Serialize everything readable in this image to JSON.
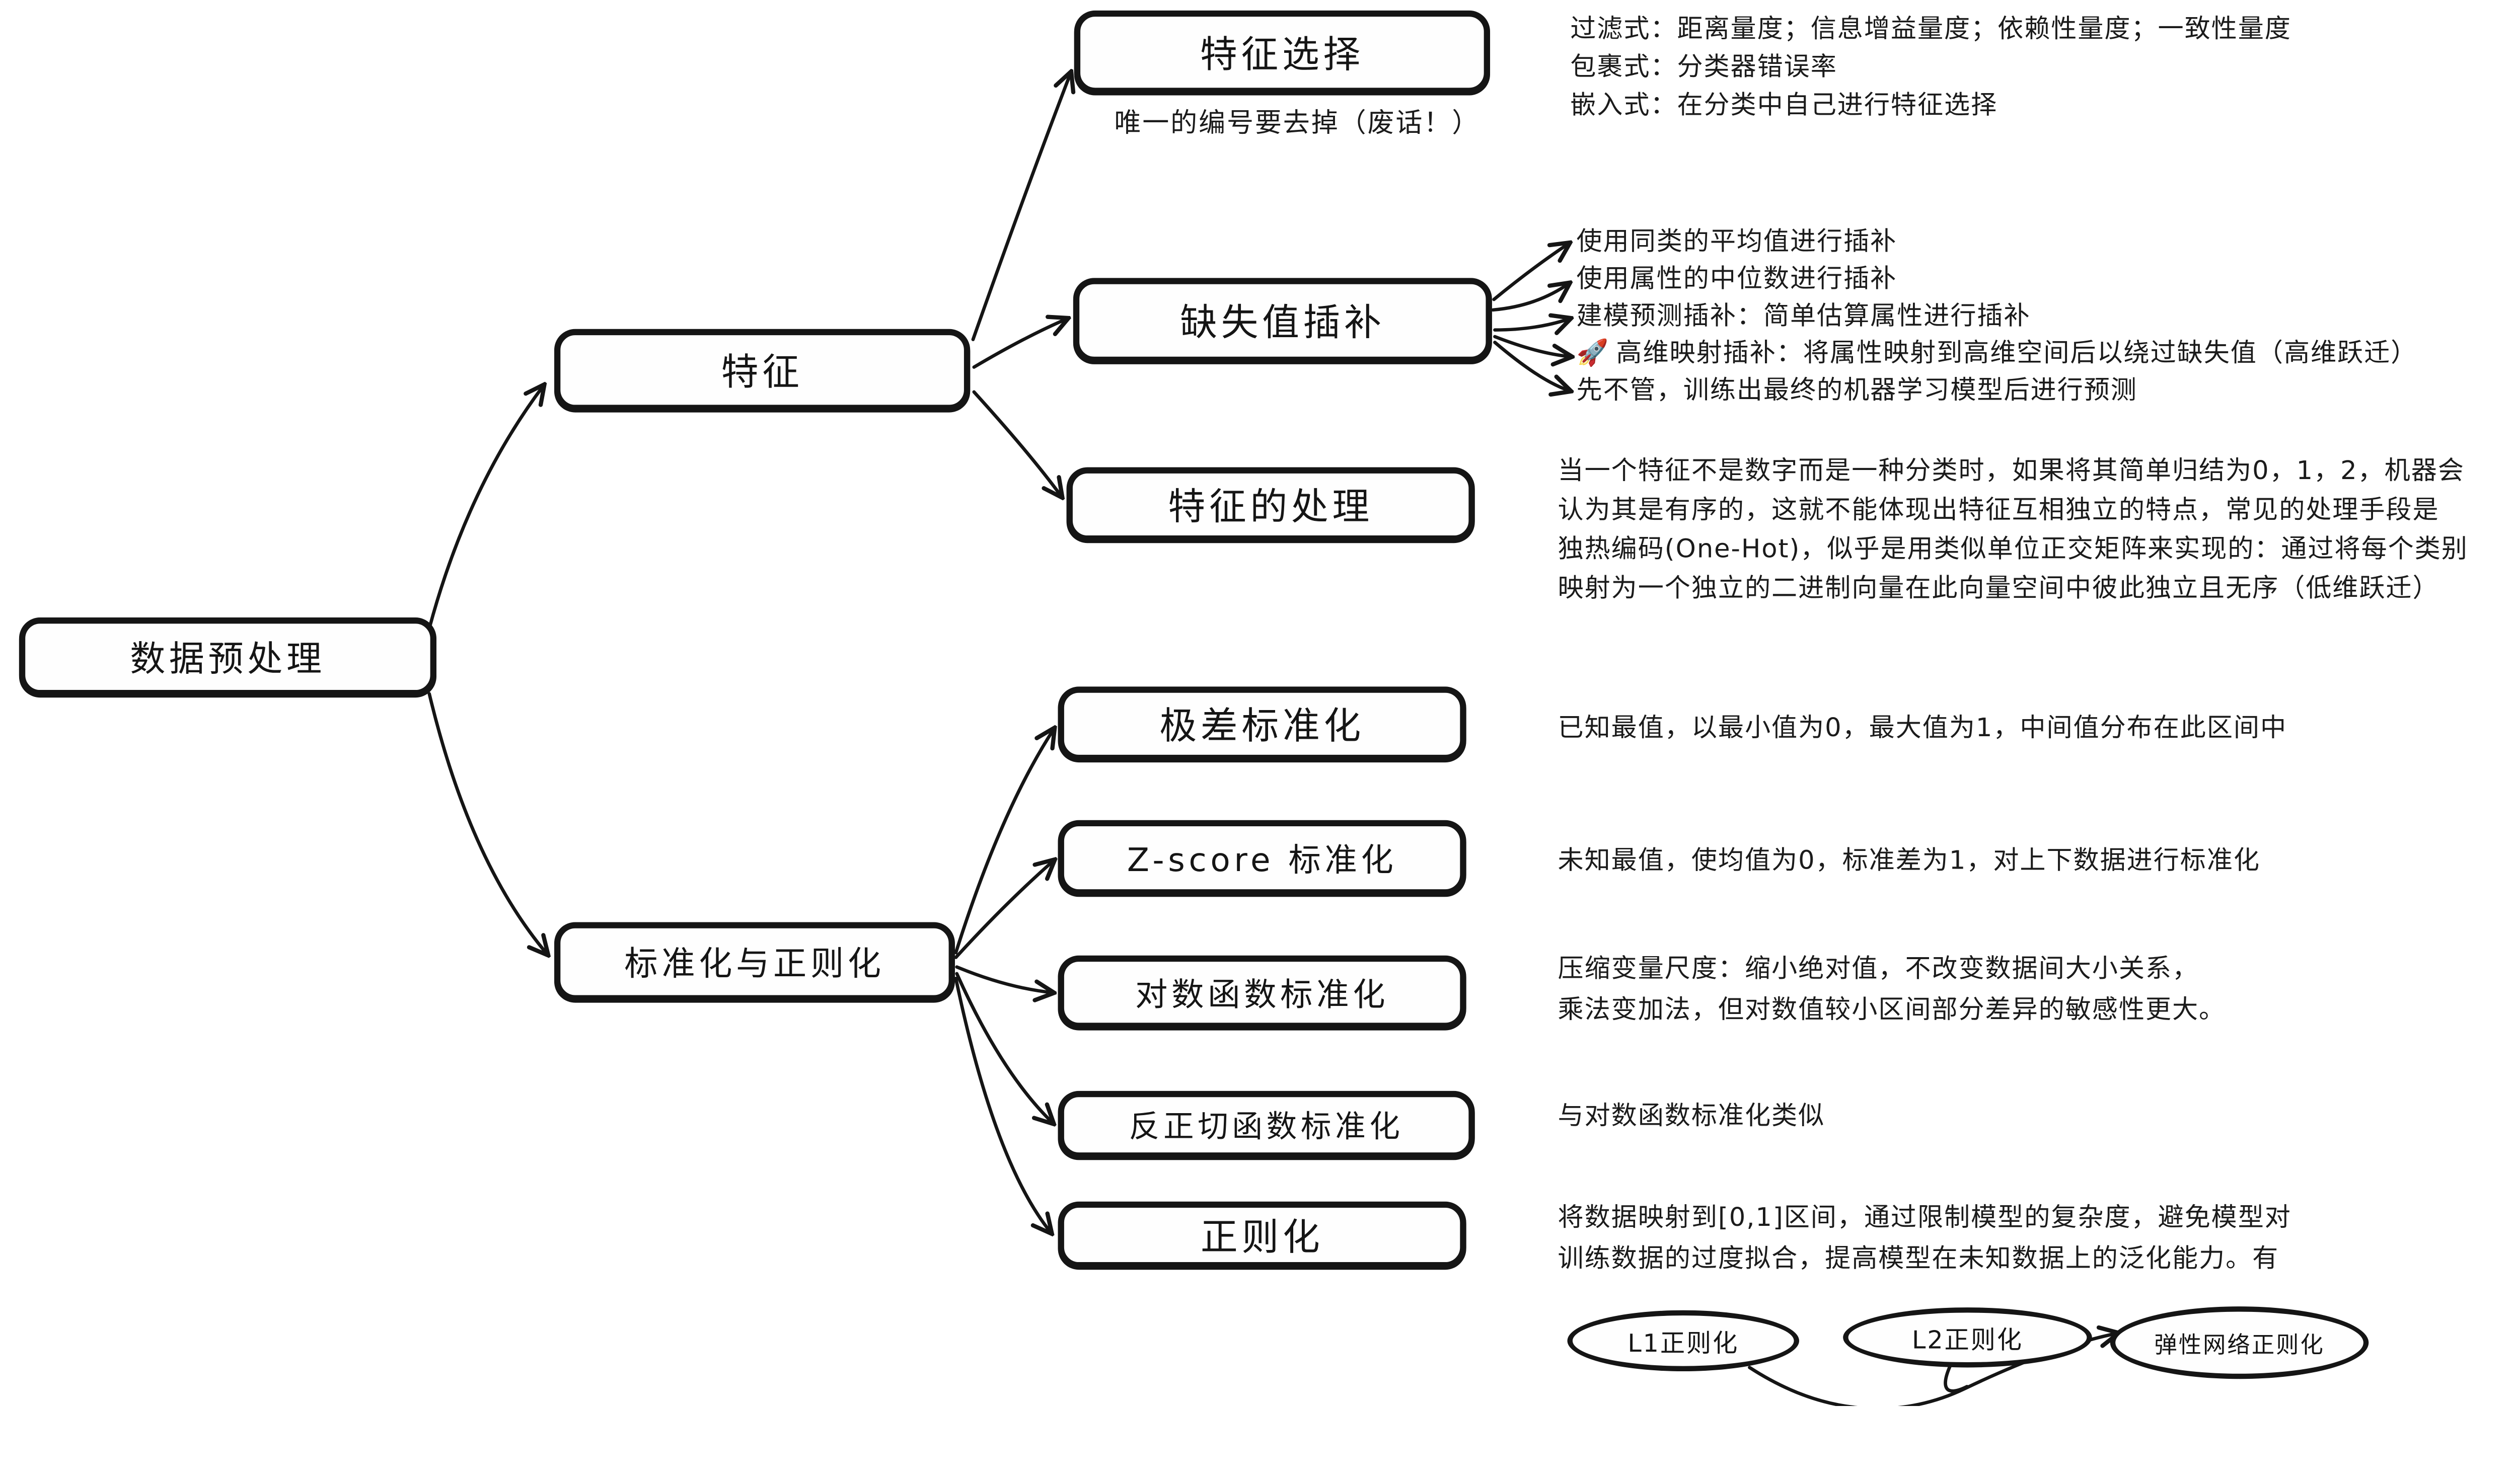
{
  "canvas": {
    "background": "#ffffff",
    "stroke_color": "#151515"
  },
  "root": {
    "label": "数据预处理"
  },
  "branches": [
    {
      "label": "特征",
      "children": [
        {
          "label": "特征选择",
          "note": "唯一的编号要去掉（废话！）",
          "details": [
            "过滤式：距离量度；信息增益量度；依赖性量度；一致性量度",
            "包裹式：分类器错误率",
            "嵌入式：在分类中自己进行特征选择"
          ]
        },
        {
          "label": "缺失值插补",
          "details": [
            "使用同类的平均值进行插补",
            "使用属性的中位数进行插补",
            "建模预测插补：简单估算属性进行插补",
            "高维映射插补：将属性映射到高维空间后以绕过缺失值（高维跃迁）",
            "先不管，训练出最终的机器学习模型后进行预测"
          ]
        },
        {
          "label": "特征的处理",
          "details": [
            "当一个特征不是数字而是一种分类时，如果将其简单归结为0，1，2，机器会",
            "认为其是有序的，这就不能体现出特征互相独立的特点，常见的处理手段是",
            "独热编码(One-Hot)，似乎是用类似单位正交矩阵来实现的：通过将每个类别",
            "映射为一个独立的二进制向量在此向量空间中彼此独立且无序（低维跃迁）"
          ]
        }
      ]
    },
    {
      "label": "标准化与正则化",
      "children": [
        {
          "label": "极差标准化",
          "details": [
            "已知最值，以最小值为0，最大值为1，中间值分布在此区间中"
          ]
        },
        {
          "label": "Z-score 标准化",
          "details": [
            "未知最值，使均值为0，标准差为1，对上下数据进行标准化"
          ]
        },
        {
          "label": "对数函数标准化",
          "details": [
            "压缩变量尺度：缩小绝对值，不改变数据间大小关系，",
            "乘法变加法，但对数值较小区间部分差异的敏感性更大。"
          ]
        },
        {
          "label": "反正切函数标准化",
          "details": [
            "与对数函数标准化类似"
          ]
        },
        {
          "label": "正则化",
          "details": [
            "将数据映射到[0,1]区间，通过限制模型的复杂度，避免模型对",
            "训练数据的过度拟合，提高模型在未知数据上的泛化能力。有"
          ],
          "sub_items": [
            "L1正则化",
            "L2正则化",
            "弹性网络正则化"
          ]
        }
      ]
    }
  ],
  "icons": {
    "rocket": "🚀"
  }
}
